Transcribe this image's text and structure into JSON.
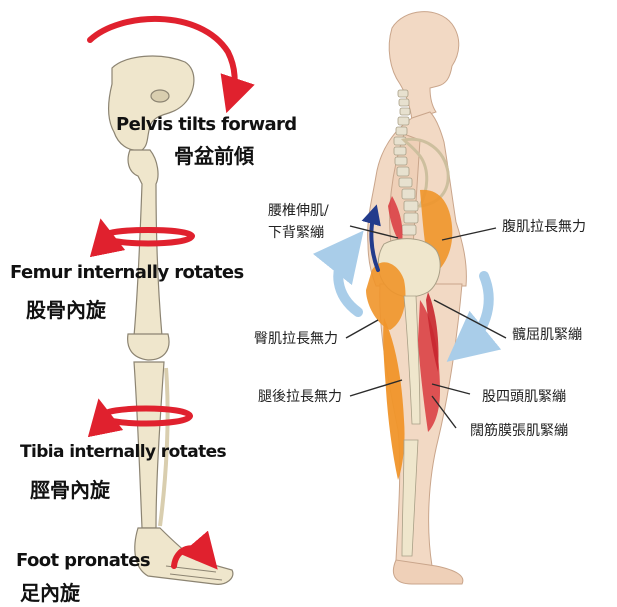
{
  "left_panel": {
    "pelvis_en": "Pelvis tilts forward",
    "pelvis_zh": "骨盆前傾",
    "femur_en": "Femur internally rotates",
    "femur_zh": "股骨內旋",
    "tibia_en": "Tibia internally rotates",
    "tibia_zh": "脛骨內旋",
    "foot_en": "Foot pronates",
    "foot_zh": "足內旋"
  },
  "right_panel": {
    "lumbar_line1": "腰椎伸肌/",
    "lumbar_line2": "下背緊繃",
    "abdominal": "腹肌拉長無力",
    "gluteal": "臀肌拉長無力",
    "iliopsoas": "髖屈肌緊繃",
    "hamstring": "腿後拉長無力",
    "quadriceps": "股四頭肌緊繃",
    "tfl": "闊筋膜張肌緊繃"
  },
  "colors": {
    "arrow_red": "#e0212e",
    "arrow_blue": "#a9cde9",
    "bone": "#efe6cc",
    "skin": "#f2d9c4",
    "muscle_orange": "#f0952a"
  }
}
